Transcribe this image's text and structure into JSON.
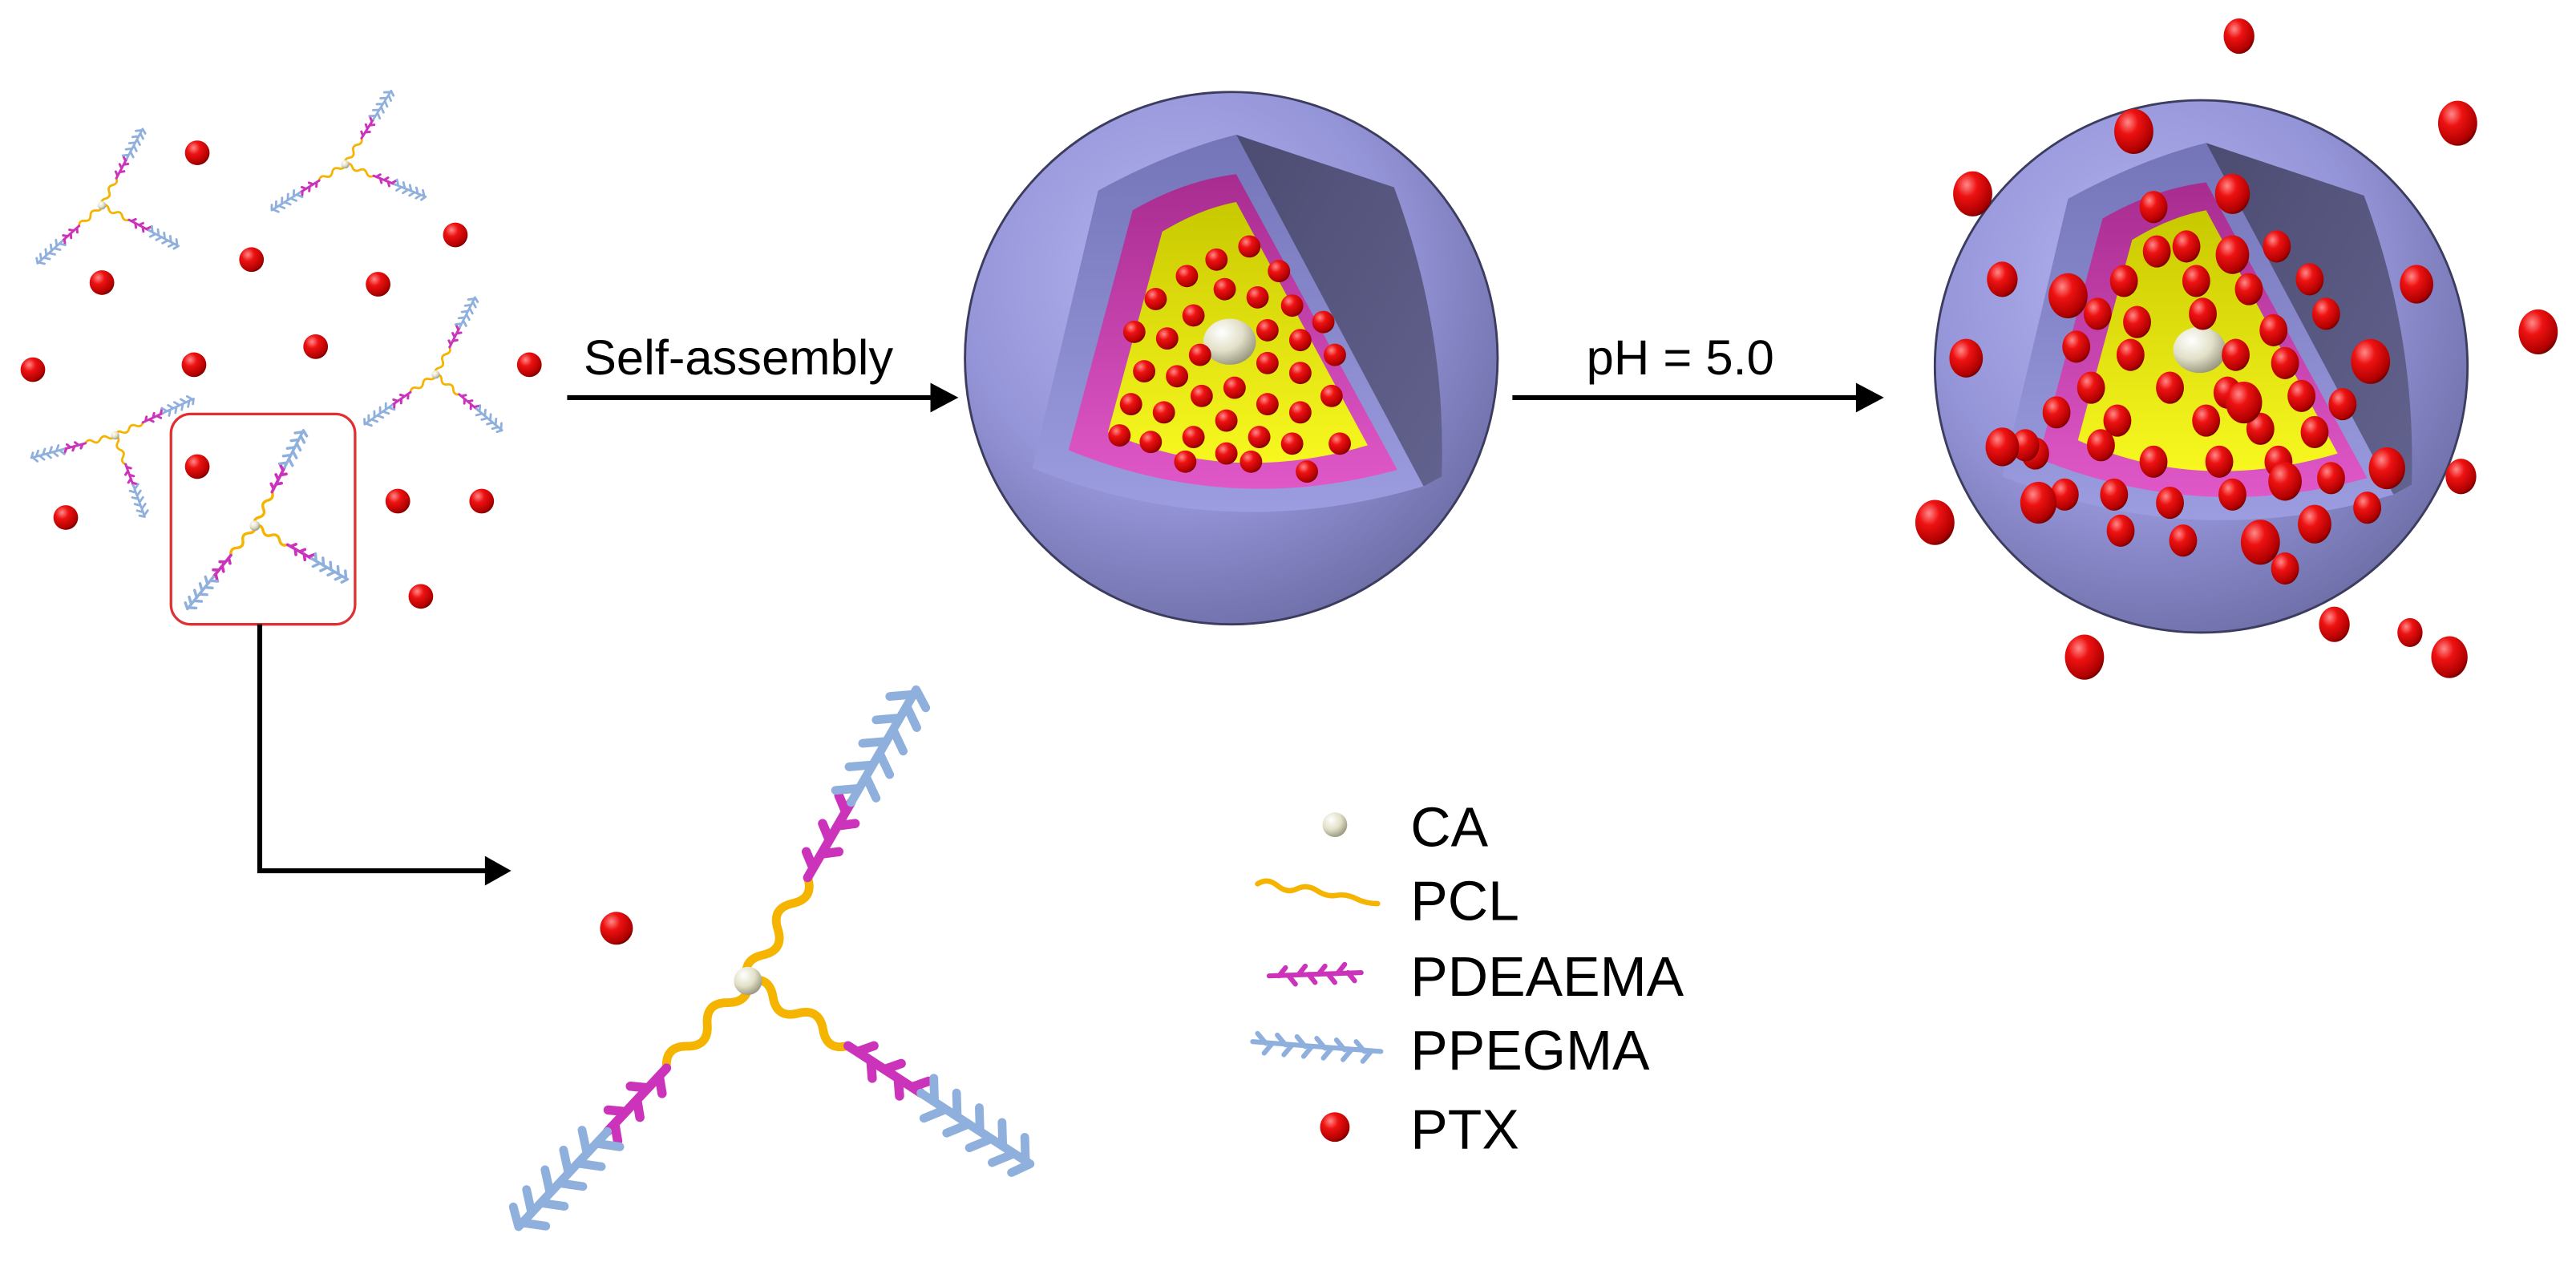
{
  "labels": {
    "self_assembly": "Self-assembly",
    "ph_trigger": "pH = 5.0"
  },
  "legend": [
    {
      "label": "CA",
      "icon": "ca-core-icon"
    },
    {
      "label": "PCL",
      "icon": "pcl-segment-icon"
    },
    {
      "label": "PDEAEMA",
      "icon": "pdeaema-segment-icon"
    },
    {
      "label": "PPEGMA",
      "icon": "ppegma-segment-icon"
    },
    {
      "label": "PTX",
      "icon": "ptx-drug-icon"
    }
  ],
  "colors": {
    "ca": "#ecead8",
    "pcl": "#f5b400",
    "pdeaema": "#cc33bb",
    "ppegma": "#8fb0dc",
    "ptx": "#e00000",
    "shell": "#8c8cd0",
    "pdeaema_layer": "#c83cac",
    "core": "#eeee10",
    "highlight_box": "#e03030"
  }
}
